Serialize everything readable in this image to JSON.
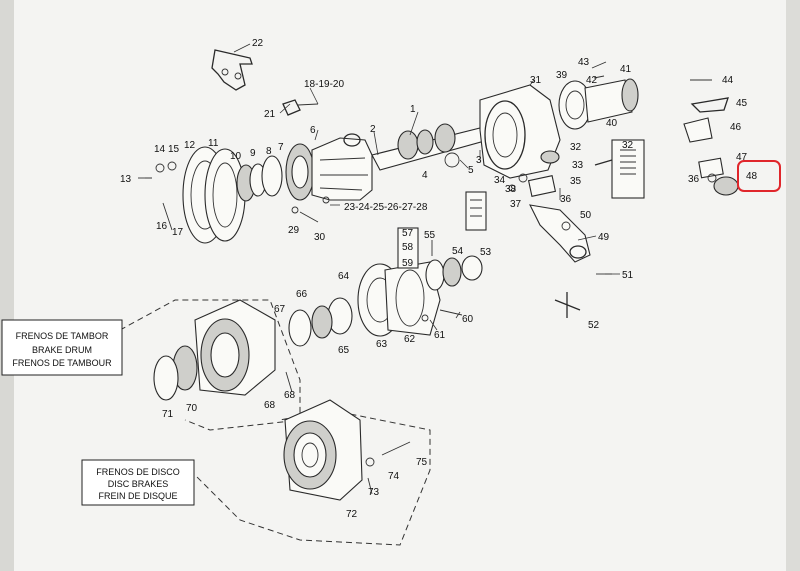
{
  "labels": {
    "n1": "1",
    "n2": "2",
    "n3": "3",
    "n4": "4",
    "n5": "5",
    "n6": "6",
    "n7": "7",
    "n8": "8",
    "n9": "9",
    "n10": "10",
    "n11": "11",
    "n12": "12",
    "n13": "13",
    "n14": "14",
    "n15": "15",
    "n16": "16",
    "n17": "17",
    "n18_20": "18-19-20",
    "n21": "21",
    "n22": "22",
    "n23_28": "23-24-25-26-27-28",
    "n29": "29",
    "n30": "30",
    "n31": "31",
    "n32": "32",
    "n33": "33",
    "n34": "34",
    "n35": "35",
    "n36": "36",
    "n36b": "36",
    "n37": "37",
    "n38": "38",
    "n39": "39",
    "n40": "40",
    "n41": "41",
    "n42": "42",
    "n43": "43",
    "n44": "44",
    "n45": "45",
    "n46": "46",
    "n47": "47",
    "n48": "48",
    "n49": "49",
    "n50": "50",
    "n51": "51",
    "n52": "52",
    "n53": "53",
    "n54": "54",
    "n55": "55",
    "n57": "57",
    "n58": "58",
    "n59": "59",
    "n60": "60",
    "n61": "61",
    "n62": "62",
    "n63": "63",
    "n64": "64",
    "n65": "65",
    "n66": "66",
    "n67": "67",
    "n68": "68",
    "n68b": "68",
    "n70": "70",
    "n71": "71",
    "n72": "72",
    "n73": "73",
    "n74": "74",
    "n75": "75"
  },
  "drum_box": {
    "line1": "FRENOS DE TAMBOR",
    "line2": "BRAKE DRUM",
    "line3": "FRENOS DE TAMBOUR"
  },
  "disc_box": {
    "line1": "FRENOS DE DISCO",
    "line2": "DISC BRAKES",
    "line3": "FREIN DE DISQUE"
  },
  "highlight": {
    "label": "48",
    "color": "#e0262b"
  }
}
